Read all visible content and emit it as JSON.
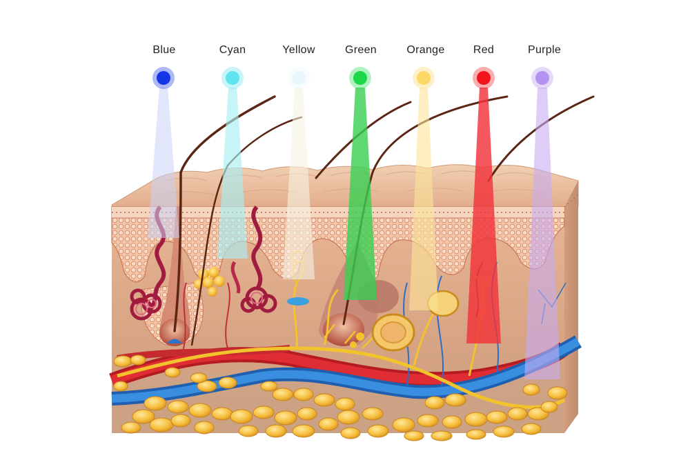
{
  "lights": [
    {
      "label": "Blue",
      "color": "#1536e6",
      "beam": "#c9d2f7"
    },
    {
      "label": "Cyan",
      "color": "#5fe3ee",
      "beam": "#a8eef3"
    },
    {
      "label": "Yellow",
      "color": "#e9f6fb",
      "beam": "#f6f2e2"
    },
    {
      "label": "Green",
      "color": "#1ed64a",
      "beam": "#38cf52"
    },
    {
      "label": "Orange",
      "color": "#fcd867",
      "beam": "#fbe49a"
    },
    {
      "label": "Red",
      "color": "#f1141b",
      "beam": "#f2333a"
    },
    {
      "label": "Purple",
      "color": "#b492ef",
      "beam": "#c6acf2"
    }
  ],
  "colors": {
    "epidermis_top": "#ecbf9d",
    "dermis": "#d9a78a",
    "hypodermis": "#c59a7c",
    "artery": "#d8232a",
    "vein": "#2b73c8",
    "nerve": "#f3c32d",
    "fat": "#f1b63a",
    "hair": "#5b2615"
  }
}
